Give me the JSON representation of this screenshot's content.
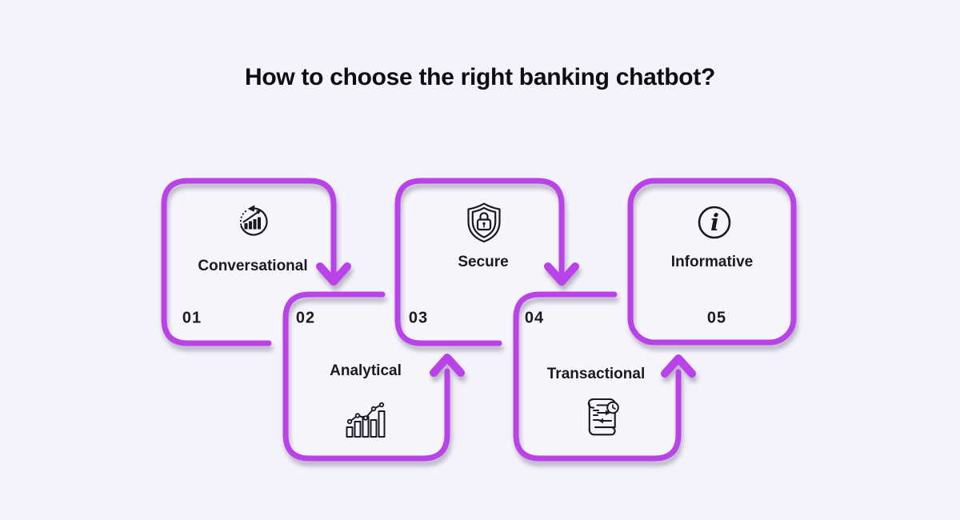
{
  "title": "How to choose the right banking chatbot?",
  "colors": {
    "accent": "#b943e9",
    "background": "#f4f2fa",
    "box_fill": "#f7f5fc",
    "ink": "#17161c"
  },
  "steps": [
    {
      "number": "01",
      "label": "Conversational",
      "icon": "growth-trend-circle-icon"
    },
    {
      "number": "02",
      "label": "Analytical",
      "icon": "bar-chart-trend-icon"
    },
    {
      "number": "03",
      "label": "Secure",
      "icon": "shield-lock-icon"
    },
    {
      "number": "04",
      "label": "Transactional",
      "icon": "transaction-receipt-icon"
    },
    {
      "number": "05",
      "label": "Informative",
      "icon": "info-circle-icon"
    }
  ]
}
